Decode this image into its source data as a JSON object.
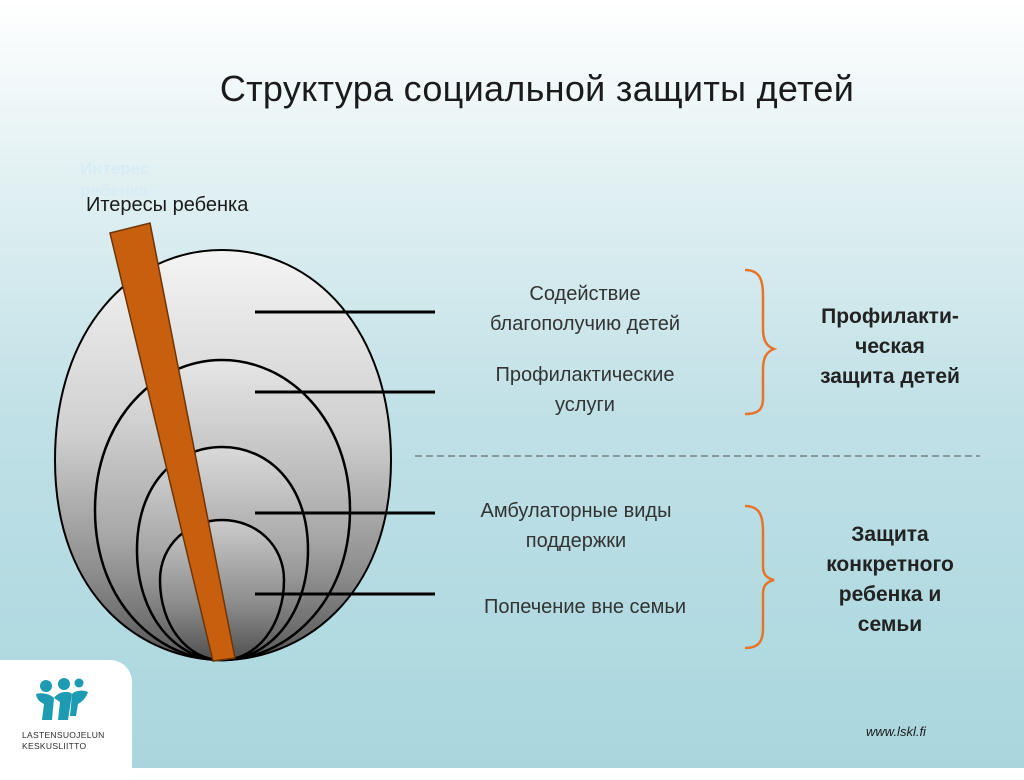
{
  "title": "Структура социальной защиты детей",
  "ghost_text": [
    "Интерес",
    "ребенка"
  ],
  "child_interests": "Итересы ребенка",
  "levels": [
    {
      "label_lines": [
        "Содействие",
        "благополучию детей"
      ]
    },
    {
      "label_lines": [
        "Профилактические",
        "услуги"
      ]
    },
    {
      "label_lines": [
        "Амбулаторные виды",
        "поддержки"
      ]
    },
    {
      "label_lines": [
        "Попечение вне семьи"
      ]
    }
  ],
  "categories": [
    {
      "lines": [
        "Профилакти-",
        "ческая",
        "защита детей"
      ]
    },
    {
      "lines": [
        "Защита",
        "конкретного",
        "ребенка и",
        "семьи"
      ]
    }
  ],
  "logo": {
    "lines": [
      "LASTENSUOJELUN",
      "KESKUSLIITTO"
    ]
  },
  "url": "www.lskl.fi",
  "colors": {
    "brace": "#e8742a",
    "stick": "#c85f0e",
    "logo": "#1d9bb2"
  }
}
